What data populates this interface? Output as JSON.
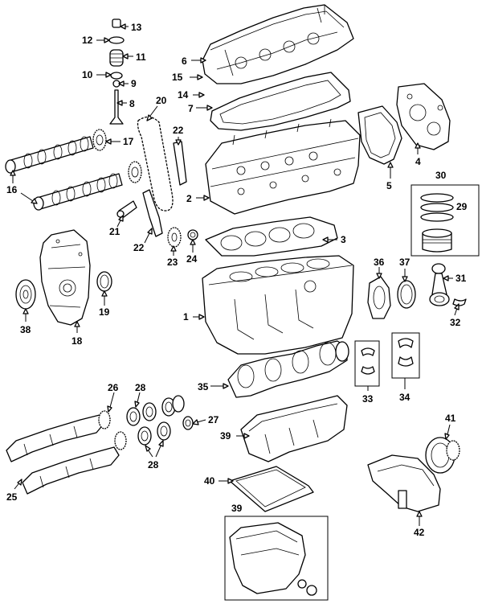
{
  "callouts": [
    {
      "id": "1",
      "text": "1"
    },
    {
      "id": "2",
      "text": "2"
    },
    {
      "id": "3",
      "text": "3"
    },
    {
      "id": "4",
      "text": "4"
    },
    {
      "id": "5",
      "text": "5"
    },
    {
      "id": "6",
      "text": "6"
    },
    {
      "id": "7",
      "text": "7"
    },
    {
      "id": "8",
      "text": "8"
    },
    {
      "id": "9",
      "text": "9"
    },
    {
      "id": "10",
      "text": "10"
    },
    {
      "id": "11",
      "text": "11"
    },
    {
      "id": "12",
      "text": "12"
    },
    {
      "id": "13",
      "text": "13"
    },
    {
      "id": "14",
      "text": "14"
    },
    {
      "id": "15",
      "text": "15"
    },
    {
      "id": "16",
      "text": "16"
    },
    {
      "id": "17",
      "text": "17"
    },
    {
      "id": "18",
      "text": "18"
    },
    {
      "id": "19",
      "text": "19"
    },
    {
      "id": "20",
      "text": "20"
    },
    {
      "id": "21",
      "text": "21"
    },
    {
      "id": "22a",
      "text": "22"
    },
    {
      "id": "22b",
      "text": "22"
    },
    {
      "id": "23",
      "text": "23"
    },
    {
      "id": "24",
      "text": "24"
    },
    {
      "id": "25",
      "text": "25"
    },
    {
      "id": "26",
      "text": "26"
    },
    {
      "id": "27",
      "text": "27"
    },
    {
      "id": "28a",
      "text": "28"
    },
    {
      "id": "28b",
      "text": "28"
    },
    {
      "id": "29",
      "text": "29"
    },
    {
      "id": "30",
      "text": "30"
    },
    {
      "id": "31",
      "text": "31"
    },
    {
      "id": "32",
      "text": "32"
    },
    {
      "id": "33",
      "text": "33"
    },
    {
      "id": "34",
      "text": "34"
    },
    {
      "id": "35",
      "text": "35"
    },
    {
      "id": "36",
      "text": "36"
    },
    {
      "id": "37",
      "text": "37"
    },
    {
      "id": "38",
      "text": "38"
    },
    {
      "id": "39a",
      "text": "39"
    },
    {
      "id": "39b",
      "text": "39"
    },
    {
      "id": "40",
      "text": "40"
    },
    {
      "id": "41",
      "text": "41"
    },
    {
      "id": "42",
      "text": "42"
    }
  ]
}
